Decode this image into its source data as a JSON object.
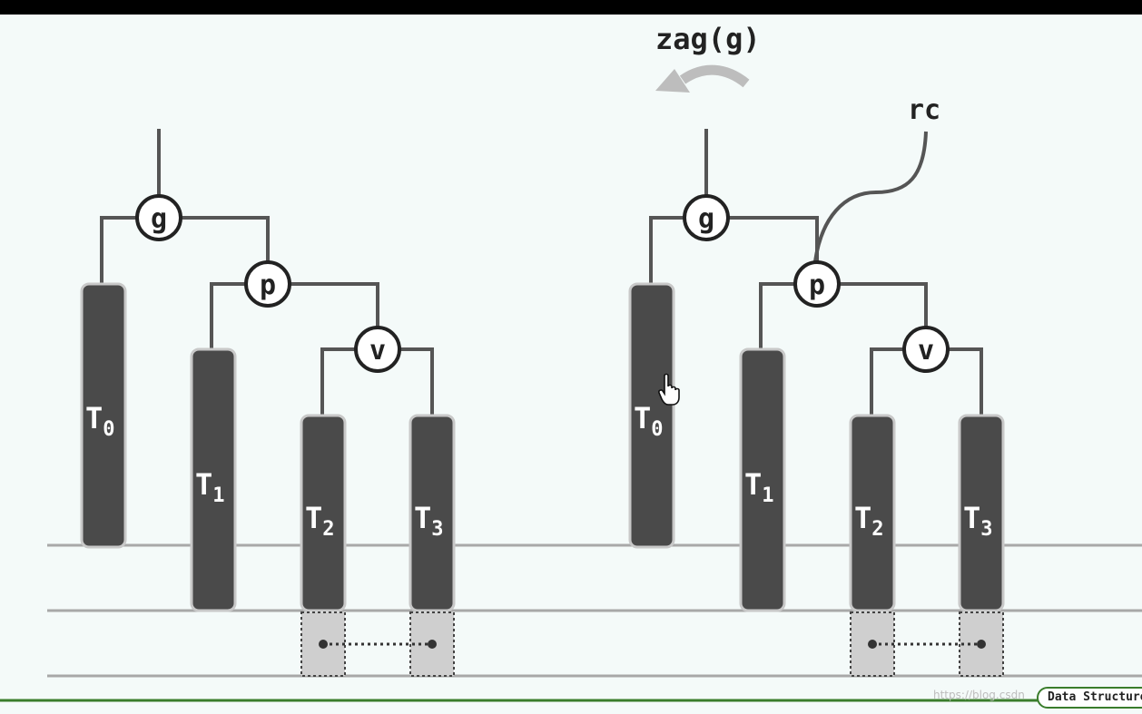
{
  "caption": "zag(g)",
  "pointer_label": "rc",
  "nodes": {
    "g": "g",
    "p": "p",
    "v": "v"
  },
  "subtrees": [
    {
      "letter": "T",
      "index": "0"
    },
    {
      "letter": "T",
      "index": "1"
    },
    {
      "letter": "T",
      "index": "2"
    },
    {
      "letter": "T",
      "index": "3"
    }
  ],
  "watermark": "https://blog.csdn",
  "badge": "Data Structures",
  "colors": {
    "background": "#f4faf9",
    "subtree": "#4a4a4a",
    "edge": "#555555",
    "level_line": "#a8a8a8",
    "arrow": "#bdbdbd",
    "footer_line": "#3a7d2c"
  }
}
